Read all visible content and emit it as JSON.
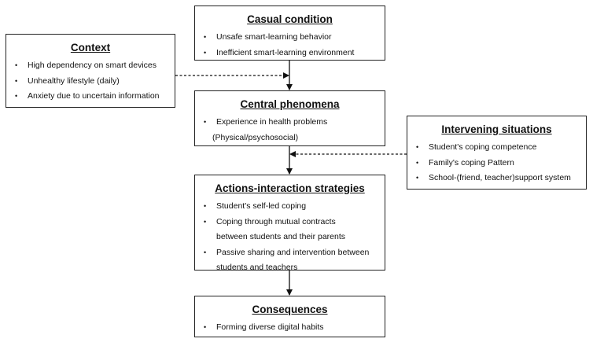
{
  "casual": {
    "title": "Casual condition",
    "items": [
      "Unsafe smart-learning behavior",
      "Inefficient smart-learning environment"
    ]
  },
  "context": {
    "title": "Context",
    "items": [
      "High dependency on smart devices",
      "Unhealthy lifestyle (daily)",
      "Anxiety due to uncertain information"
    ]
  },
  "central": {
    "title": "Central phenomena",
    "items": [
      "Experience in health problems",
      "(Physical/psychosocial)"
    ]
  },
  "intervening": {
    "title": "Intervening situations",
    "items": [
      "Student's coping competence",
      "Family's coping Pattern",
      "School-(friend, teacher)support system"
    ]
  },
  "actions": {
    "title": "Actions-interaction strategies",
    "items": [
      "Student's self-led coping",
      "Coping through mutual contracts",
      "between students and their parents",
      "Passive sharing and intervention between",
      "students and teachers"
    ]
  },
  "consequences": {
    "title": "Consequences",
    "items": [
      "Forming diverse digital habits"
    ]
  }
}
